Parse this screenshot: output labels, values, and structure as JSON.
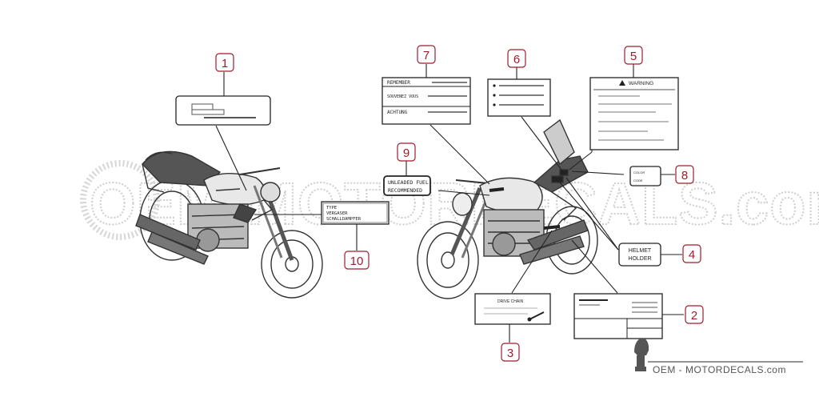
{
  "watermark": {
    "text": "OEM-MOTORDECALS.com",
    "color": "#c8c8c8"
  },
  "brand": {
    "text": "OEM - MOTORDECALS.com",
    "color": "#555555"
  },
  "accent_color": "#a01c2c",
  "callouts": [
    {
      "number": "1"
    },
    {
      "number": "2"
    },
    {
      "number": "3"
    },
    {
      "number": "4"
    },
    {
      "number": "5"
    },
    {
      "number": "6"
    },
    {
      "number": "7"
    },
    {
      "number": "8"
    },
    {
      "number": "9"
    },
    {
      "number": "10"
    }
  ],
  "labels": {
    "warning": "WARNING",
    "remember": "REMEMBER",
    "souvenez": "SOUVENEZ VOUS",
    "achtung": "ACHTUNG",
    "unleaded_line1": "UNLEADED FUEL",
    "unleaded_line2": "RECOMMENDED",
    "type_line1": "TYPE",
    "type_line2": "VERGASER",
    "type_line3": "SCHALLDAMPFER",
    "drive_chain": "DRIVE CHAIN",
    "helmet_line1": "HELMET",
    "helmet_line2": "HOLDER",
    "color_line1": "COLOR",
    "color_line2": "CODE"
  }
}
